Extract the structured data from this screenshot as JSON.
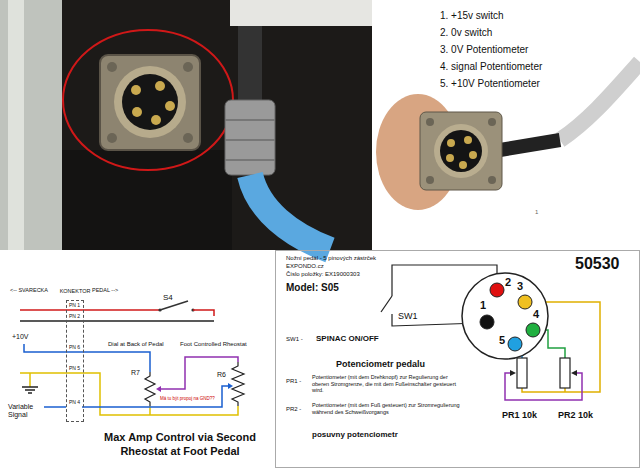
{
  "diagram": {
    "title": "Max Amp Control via Second Rheostat at Foot Pedal",
    "nodes": [
      {
        "text": [
          "KONEKTOR",
          "PN 1",
          "PN 2",
          "PN 6",
          "PN 5",
          "PN 4"
        ]
      },
      {
        "text": [
          "1",
          "2",
          "3",
          "4",
          "5"
        ]
      }
    ],
    "labels": [
      "1. +15v switch",
      "2. 0v switch",
      "3. 0V Potentiometer",
      "4. signal Potentiometer",
      "5. +10V Potentiometer",
      "1",
      "<-- SVARECKA",
      "PEDAL -->",
      "S4",
      "+10V",
      "Dial at Back of Pedal",
      "Foot Controlled Rheostat",
      "R7",
      "R6",
      "Má tu být propoj na GND??",
      "Variable Signal",
      "Nožní pedál - 5 pinových zástrček",
      "EXPONDO.cz",
      "Číslo položky: EX19000303",
      "Model: S05",
      "50530",
      "SW1",
      "SW1 -",
      "SPINAC ON/OFF",
      "Potenciometr pedalu",
      "PR1 -",
      "Potentiometer (mit dem Drehknopf) zur Regulierung der oberen Stromgrenze, die mit dem Fußeinschalter gesteuert wird.",
      "PR2 -",
      "Potentiometer (mit dem Fuß gesteuert) zur Stromregulierung während des Schweißvorgangs",
      "posuvny potenciometr",
      "PR1 10k",
      "PR2 10k"
    ]
  }
}
